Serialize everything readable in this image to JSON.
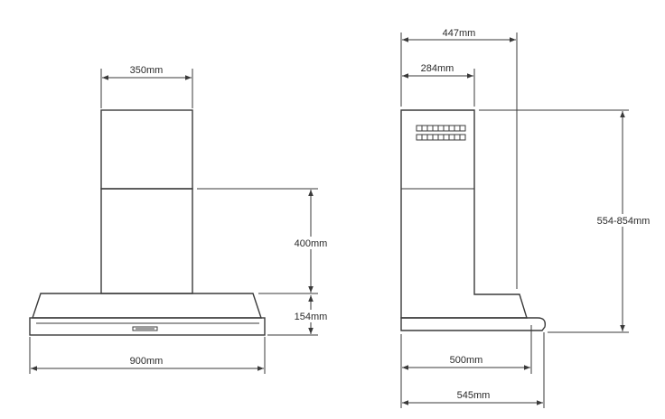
{
  "front_view": {
    "top_width": "350mm",
    "chimney_height": "400mm",
    "canopy_height": "154mm",
    "overall_width": "900mm"
  },
  "side_view": {
    "top_depth": "447mm",
    "chimney_depth": "284mm",
    "height_range": "554-854mm",
    "canopy_depth": "500mm",
    "overall_depth": "545mm"
  },
  "colors": {
    "line": "#3a3a3a",
    "text": "#2a2a2a"
  }
}
